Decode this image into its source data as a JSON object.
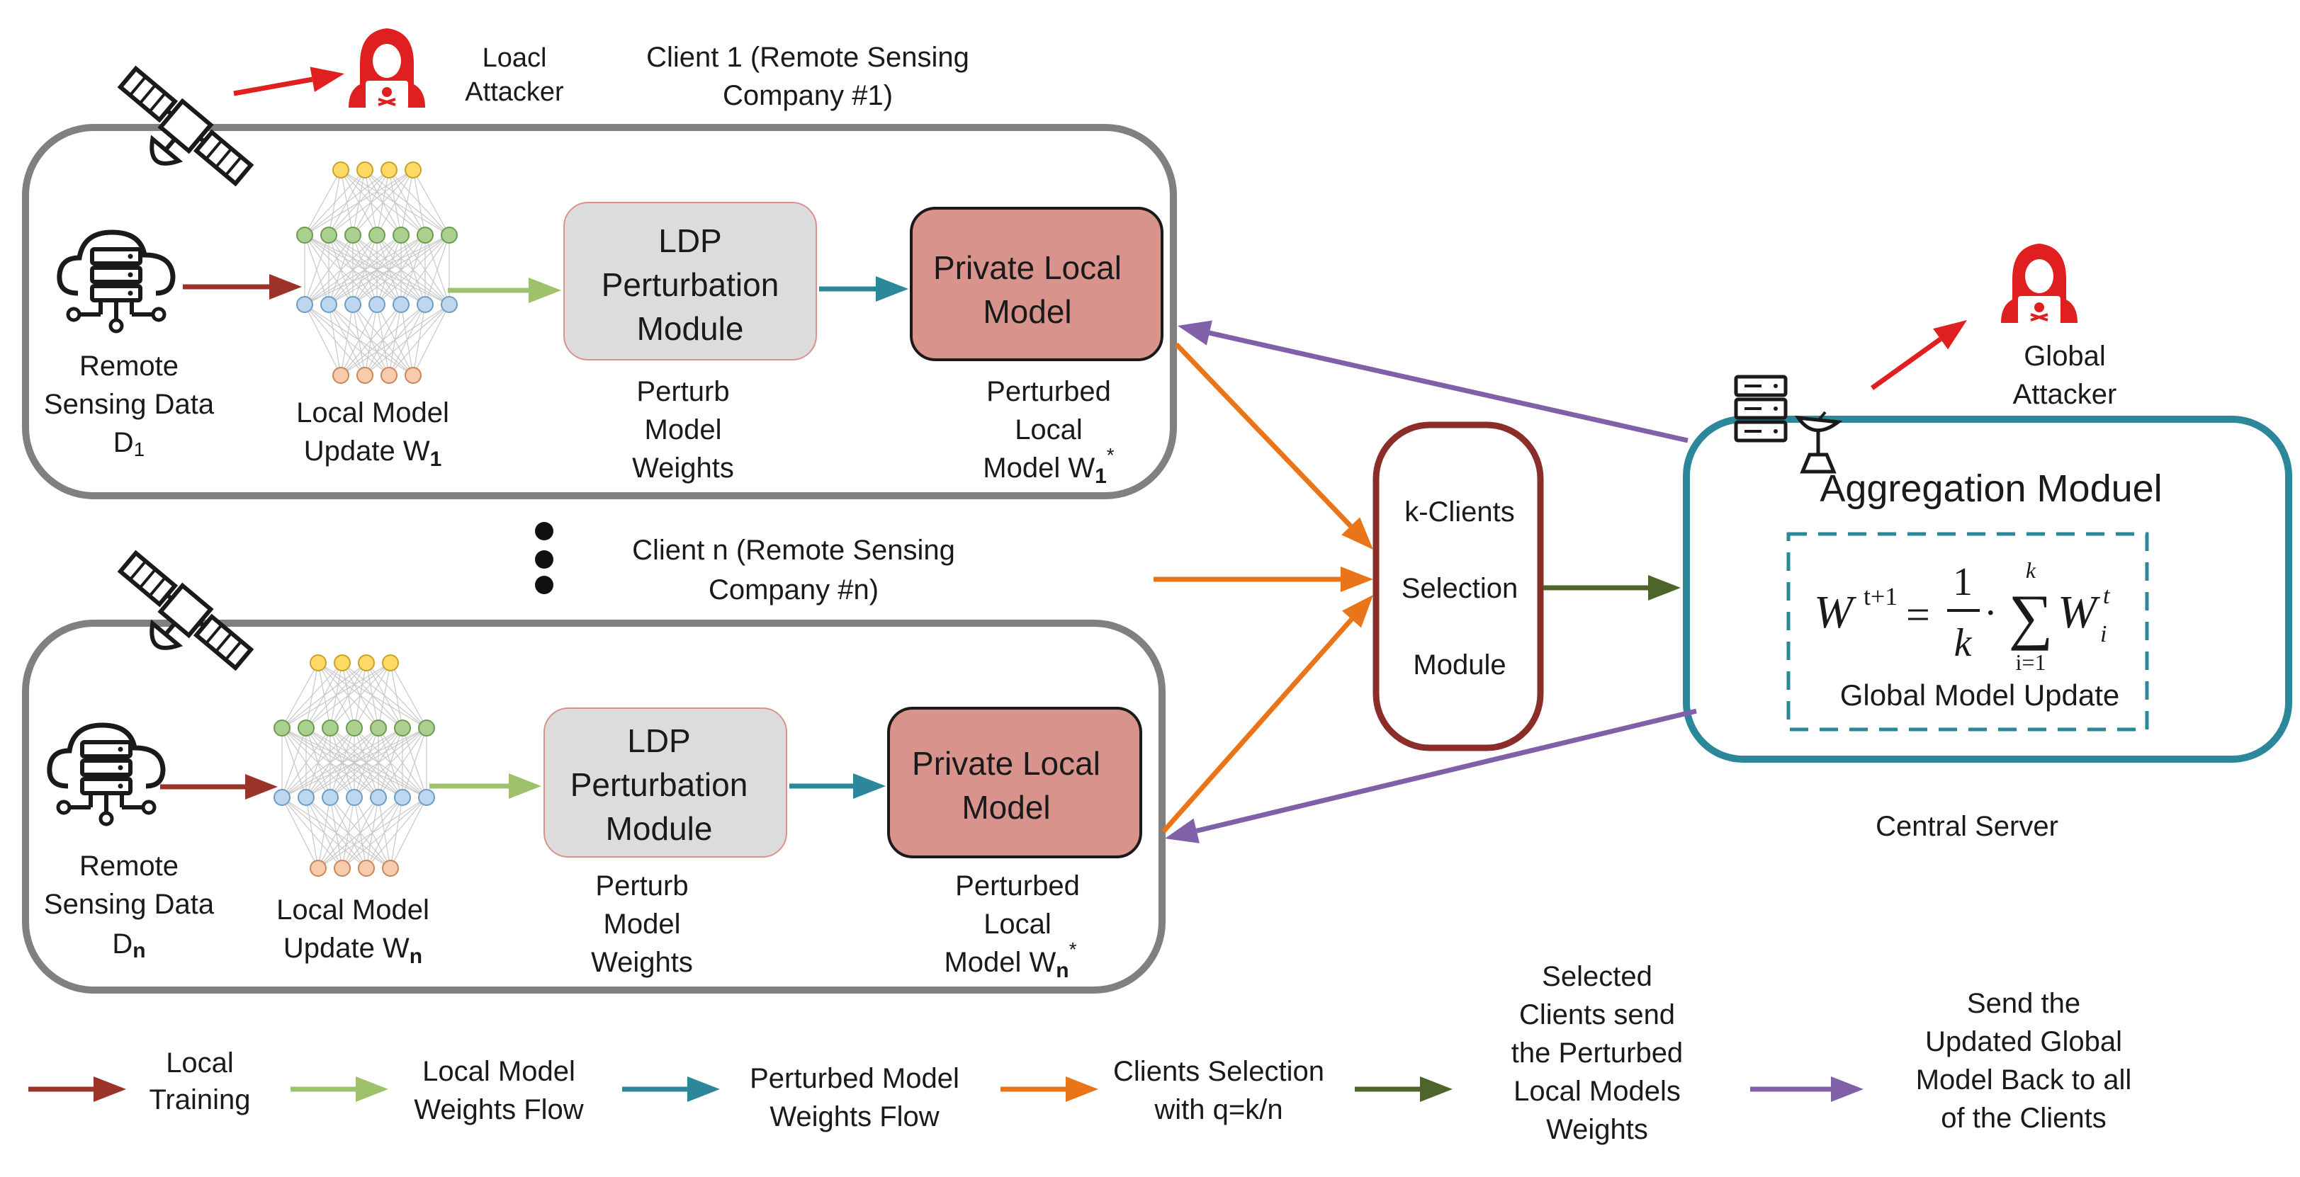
{
  "colors": {
    "local_training": "#9b3328",
    "local_weights": "#9dc26b",
    "perturbed_weights": "#2b8799",
    "client_selection": "#ea7518",
    "selected_send": "#4d6528",
    "send_back": "#8060a8",
    "attacker": "#e02020",
    "ldp_fill": "#dcdcdc",
    "private_fill": "#d8938c",
    "server_border": "#2b8799",
    "selection_border": "#8b2e2a",
    "client_border": "#808080"
  },
  "icons": {
    "satellite": "satellite-icon",
    "attacker": "hacker-icon",
    "cloud_server": "cloud-server-icon",
    "neural_network": "neural-network-icon",
    "server_dish": "server-dish-icon"
  },
  "local_attacker": {
    "line1": "Loacl",
    "line2": "Attacker"
  },
  "client1": {
    "title_line1": "Client 1 (Remote Sensing",
    "title_line2": "Company #1)",
    "data_line1": "Remote",
    "data_line2": "Sensing Data",
    "data_sym": "D",
    "data_sub": "1",
    "update_line1": "Local Model",
    "update_line2": "Update W",
    "update_sub": "1",
    "ldp_line1": "LDP",
    "ldp_line2": "Perturbation",
    "ldp_line3": "Module",
    "perturb_line1": "Perturb",
    "perturb_line2": "Model",
    "perturb_line3": "Weights",
    "private_line1": "Private Local",
    "private_line2": "Model",
    "perturbed_line1": "Perturbed",
    "perturbed_line2": "Local",
    "perturbed_line3": "Model W",
    "perturbed_sub": "1",
    "perturbed_sup": "*"
  },
  "clientn": {
    "title_line1": "Client n (Remote Sensing",
    "title_line2": "Company #n)",
    "data_line1": "Remote",
    "data_line2": "Sensing Data",
    "data_sym": "D",
    "data_sub": "n",
    "update_line1": "Local Model",
    "update_line2": "Update W",
    "update_sub": "n",
    "ldp_line1": "LDP",
    "ldp_line2": "Perturbation",
    "ldp_line3": "Module",
    "perturb_line1": "Perturb",
    "perturb_line2": "Model",
    "perturb_line3": "Weights",
    "private_line1": "Private Local",
    "private_line2": "Model",
    "perturbed_line1": "Perturbed",
    "perturbed_line2": "Local",
    "perturbed_line3": "Model W",
    "perturbed_sub": "n",
    "perturbed_sup": "*"
  },
  "selection": {
    "line1": "k-Clients",
    "line2": "Selection",
    "line3": "Module"
  },
  "server": {
    "title": "Aggregation Moduel",
    "caption": "Central Server",
    "attacker_line1": "Global",
    "attacker_line2": "Attacker",
    "formula": {
      "lhs": "W",
      "lhs_sup": "t+1",
      "equals": "=",
      "frac_num": "1",
      "frac_den": "k",
      "dot": "·",
      "sum": "∑",
      "sum_top": "k",
      "sum_bottom": "i=1",
      "rhs": "W",
      "rhs_sub": "i",
      "rhs_sup": "t"
    },
    "update_label": "Global Model Update"
  },
  "legend": [
    {
      "lines": [
        "Local",
        "Training"
      ]
    },
    {
      "lines": [
        "Local Model",
        "Weights Flow"
      ]
    },
    {
      "lines": [
        "Perturbed Model",
        "Weights Flow"
      ]
    },
    {
      "lines": [
        "Clients Selection",
        "with q=k/n"
      ]
    },
    {
      "lines": [
        "Selected",
        "Clients send",
        "the Perturbed",
        "Local Models",
        "Weights"
      ]
    },
    {
      "lines": [
        "Send the",
        "Updated Global",
        "Model Back to all",
        "of the Clients"
      ]
    }
  ]
}
